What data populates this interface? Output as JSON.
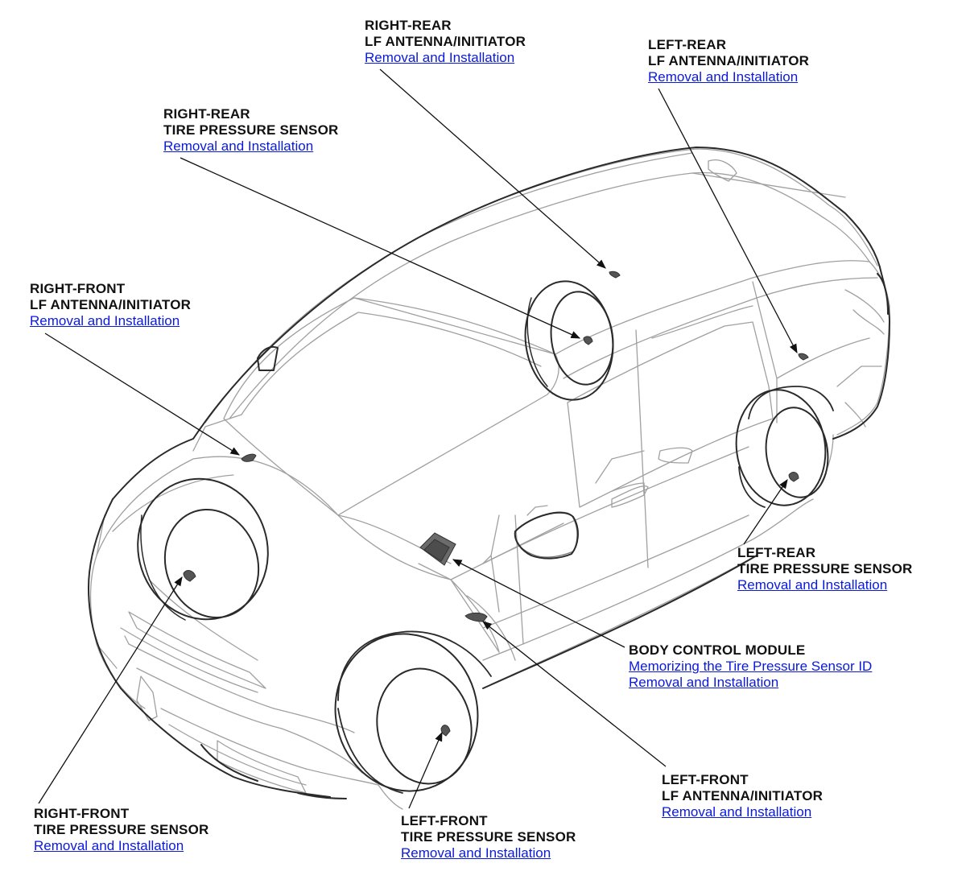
{
  "callouts": {
    "rr_antenna": {
      "line1": "RIGHT-REAR",
      "line2": "LF ANTENNA/INITIATOR",
      "links": [
        "Removal and Installation"
      ]
    },
    "lr_antenna": {
      "line1": "LEFT-REAR",
      "line2": "LF ANTENNA/INITIATOR",
      "links": [
        "Removal and Installation"
      ]
    },
    "rr_sensor": {
      "line1": "RIGHT-REAR",
      "line2": "TIRE PRESSURE SENSOR",
      "links": [
        "Removal and Installation"
      ]
    },
    "rf_antenna": {
      "line1": "RIGHT-FRONT",
      "line2": "LF ANTENNA/INITIATOR",
      "links": [
        "Removal and Installation"
      ]
    },
    "lr_sensor": {
      "line1": "LEFT-REAR",
      "line2": "TIRE PRESSURE SENSOR",
      "links": [
        "Removal and Installation"
      ]
    },
    "bcm": {
      "line1": "BODY CONTROL MODULE",
      "links": [
        "Memorizing the Tire Pressure Sensor ID",
        "Removal and Installation"
      ]
    },
    "lf_antenna": {
      "line1": "LEFT-FRONT",
      "line2": "LF ANTENNA/INITIATOR",
      "links": [
        "Removal and Installation"
      ]
    },
    "rf_sensor": {
      "line1": "RIGHT-FRONT",
      "line2": "TIRE PRESSURE SENSOR",
      "links": [
        "Removal and Installation"
      ]
    },
    "lf_sensor": {
      "line1": "LEFT-FRONT",
      "line2": "TIRE PRESSURE SENSOR",
      "links": [
        "Removal and Installation"
      ]
    }
  },
  "colors": {
    "link": "#0a1adb",
    "text": "#111111",
    "outline": "#222222",
    "body_line": "#9a9a9a",
    "component": "#555555"
  },
  "icons": {
    "vehicle": "minivan-line-drawing",
    "component_marker": "component-marker-icon"
  }
}
